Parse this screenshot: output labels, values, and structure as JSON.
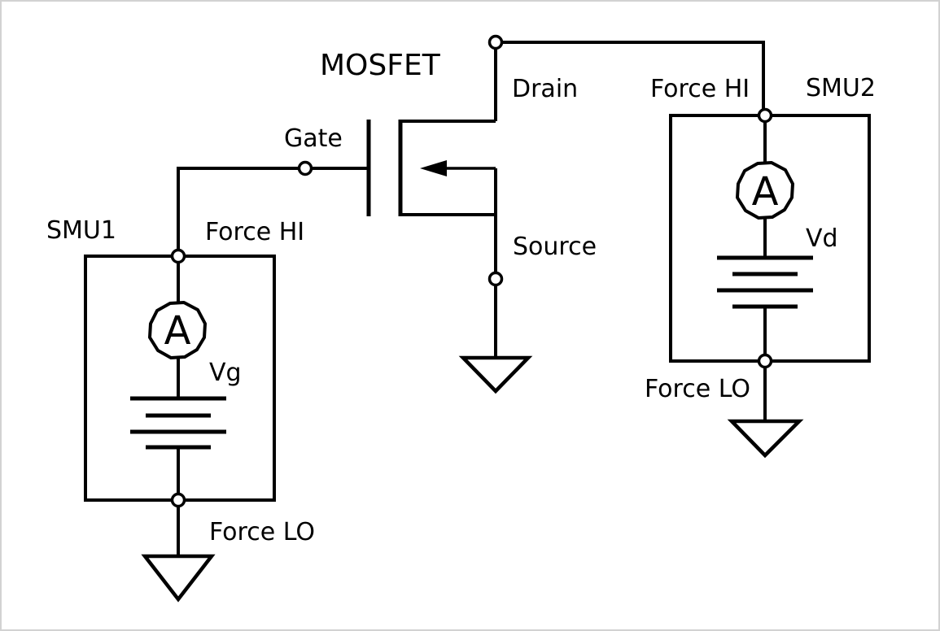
{
  "page": {
    "background": "#ffffff",
    "border_color": "#d2d2d2",
    "line_color": "#000000"
  },
  "title": "MOSFET",
  "mosfet": {
    "gate": "Gate",
    "drain": "Drain",
    "source": "Source"
  },
  "smu1": {
    "name": "SMU1",
    "force_hi": "Force HI",
    "force_lo": "Force LO",
    "ammeter": "A",
    "voltage_source": "Vg"
  },
  "smu2": {
    "name": "SMU2",
    "force_hi": "Force HI",
    "force_lo": "Force LO",
    "ammeter": "A",
    "voltage_source": "Vd"
  }
}
